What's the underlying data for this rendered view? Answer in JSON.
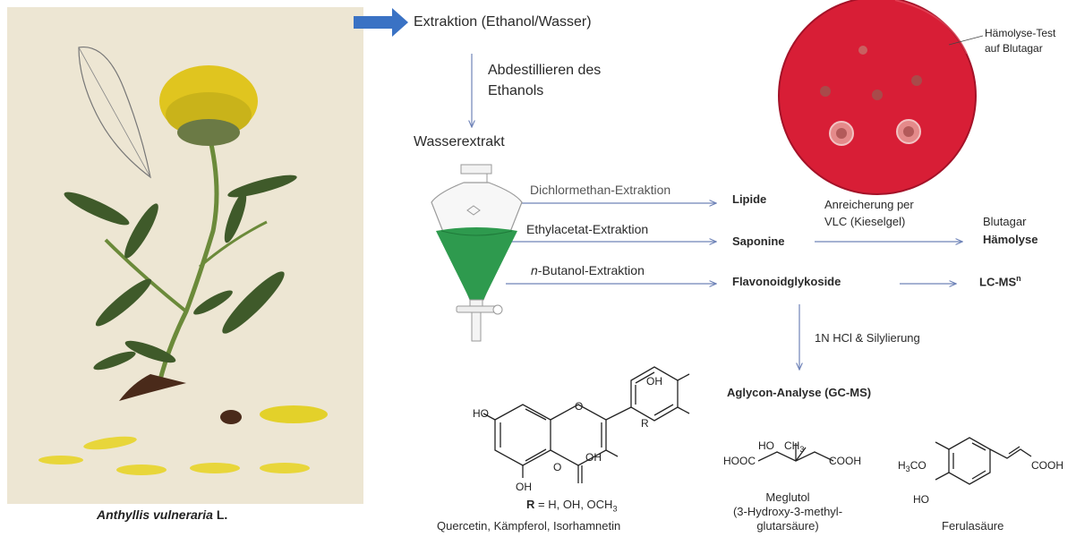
{
  "plant": {
    "caption_italic": "Anthyllis vulneraria",
    "caption_suffix": " L."
  },
  "workflow": {
    "extraction": "Extraktion (Ethanol/Wasser)",
    "distill_line1": "Abdestillieren des",
    "distill_line2": "Ethanols",
    "water_extract": "Wasserextrakt",
    "dcm_extraction": "Dichlormethan-Extraktion",
    "ea_extraction": "Ethylacetat-Extraktion",
    "buoh_italic": "n",
    "buoh_rest": "-Butanol-Extraktion",
    "lipids": "Lipide",
    "saponins": "Saponine",
    "flavonoids": "Flavonoidglykoside",
    "enrich_line1": "Anreicherung per",
    "enrich_line2": "VLC (Kieselgel)",
    "bloodagar": "Blutagar",
    "hemolysis": "Hämolyse",
    "lcms": "LC-MS",
    "lcms_sup": "n",
    "hcl": "1N HCl & Silylierung",
    "aglycon": "Aglycon-Analyse (GC-MS)"
  },
  "hemolysis_test": {
    "line1": "Hämolyse-Test",
    "line2": "auf Blutagar"
  },
  "structures": {
    "flavonol": {
      "oh_top": "OH",
      "ho_left": "HO",
      "r": "R",
      "o_ring": "O",
      "oh_3": "OH",
      "oh_5": "OH",
      "o_keto": "O",
      "r_def_bold": "R",
      "r_def_rest": " = H, OH, OCH",
      "r_def_sub": "3",
      "names": "Quercetin, Kämpferol, Isorhamnetin"
    },
    "meglutol": {
      "ho": "HO",
      "ch3": "CH",
      "ch3_sub": "3",
      "hooc": "HOOC",
      "cooh": "COOH",
      "name_line1": "Meglutol",
      "name_line2": "(3-Hydroxy-3-methyl-",
      "name_line3": "glutarsäure)"
    },
    "ferulic": {
      "h3co": "H",
      "h3co_sub": "3",
      "h3co_rest": "CO",
      "ho": "HO",
      "cooh": "COOH",
      "name": "Ferulasäure"
    }
  },
  "colors": {
    "arrow": "#6f83b8",
    "agar": "#d81e36",
    "funnel_liquid": "#2e9a4e",
    "big_arrow": "#3a72c4"
  }
}
